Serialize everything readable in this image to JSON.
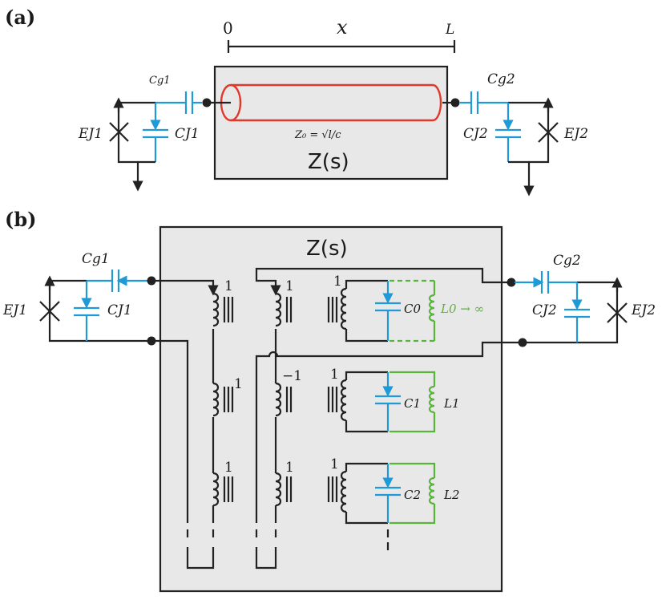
{
  "colors": {
    "box_fill": "#e8e8e8",
    "wire": "#222222",
    "capacitor": "#1f9ad6",
    "inductor_mode": "#5ab43c",
    "transmission_line": "#e0392b"
  },
  "panel_a": {
    "label": "(a)",
    "axis_start": "0",
    "axis_var": "x",
    "axis_end": "L",
    "impedance_formula": "Z₀ = √l/c",
    "box_label": "Z(s)",
    "left": {
      "Cg": "Cg1",
      "CJ": "CJ1",
      "EJ": "EJ1"
    },
    "right": {
      "Cg": "Cg2",
      "CJ": "CJ2",
      "EJ": "EJ2"
    }
  },
  "panel_b": {
    "label": "(b)",
    "box_label": "Z(s)",
    "left": {
      "Cg": "Cg1",
      "CJ": "CJ1",
      "EJ": "EJ1"
    },
    "right": {
      "Cg": "Cg2",
      "CJ": "CJ2",
      "EJ": "EJ2"
    },
    "turns_ratios": {
      "col1": [
        "1",
        "1",
        "1"
      ],
      "col2": [
        "1",
        "−1",
        "1"
      ],
      "col3": [
        "1",
        "1",
        "1"
      ]
    },
    "modes": [
      {
        "C": "C0",
        "L": "L0 → ∞"
      },
      {
        "C": "C1",
        "L": "L1"
      },
      {
        "C": "C2",
        "L": "L2"
      }
    ]
  }
}
